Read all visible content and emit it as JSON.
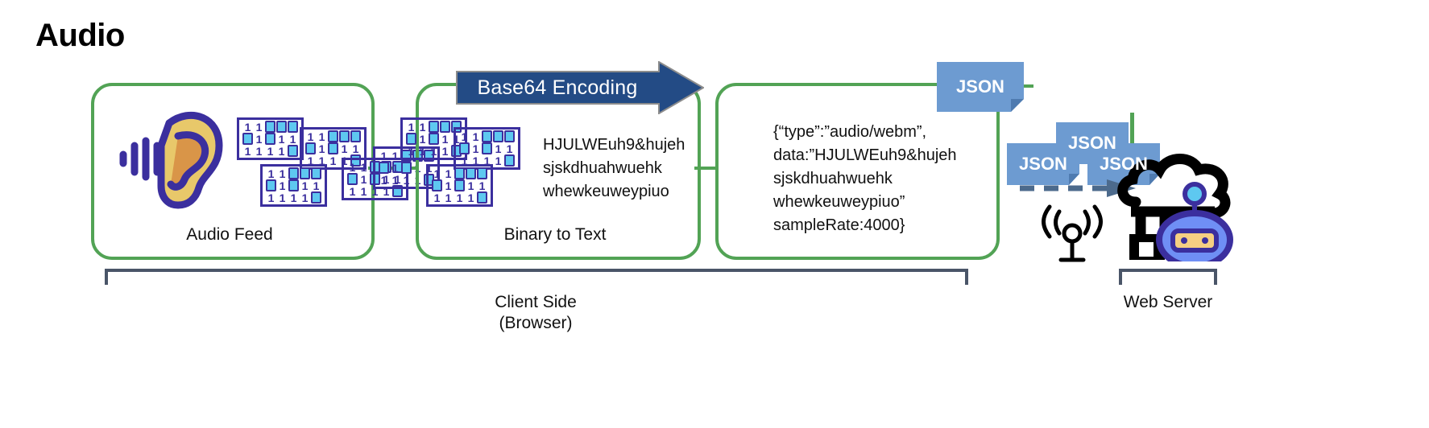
{
  "title": "Audio",
  "panels": [
    {
      "id": "audio",
      "caption": "Audio Feed"
    },
    {
      "id": "binary",
      "caption": "Binary to Text"
    },
    {
      "id": "json",
      "caption": ""
    }
  ],
  "arrow": {
    "label": "Base64 Encoding",
    "color": "#234b85"
  },
  "base64_text": "HJULWEuh9&hujeh\nsjskdhuahwuehk\nwhewkeuweypiuo",
  "json_payload": "{“type”:”audio/webm”,\ndata:”HJULWEuh9&hujeh\nsjskdhuahwuehk\nwhewkeuweypiuo”\nsampleRate:4000}",
  "json_badges": [
    {
      "id": "main",
      "label": "JSON"
    },
    {
      "id": "top",
      "label": "JSON"
    },
    {
      "id": "left",
      "label": "JSON"
    },
    {
      "id": "right",
      "label": "JSON"
    }
  ],
  "brackets": [
    {
      "id": "client",
      "label": "Client Side\n(Browser)"
    },
    {
      "id": "server",
      "label": "Web Server"
    }
  ],
  "binary_matrices": [
    {
      "id": "m1",
      "rows": [
        "11000",
        "01011",
        "11110"
      ]
    },
    {
      "id": "m2",
      "rows": [
        "11000",
        "01011",
        "11110"
      ]
    },
    {
      "id": "m3",
      "rows": [
        "11000",
        "01011",
        "11110"
      ]
    },
    {
      "id": "m4",
      "rows": [
        "11000",
        "01011",
        "11110"
      ]
    },
    {
      "id": "m5",
      "rows": [
        "11000",
        "01011",
        "11110"
      ]
    },
    {
      "id": "m6",
      "rows": [
        "11000",
        "01011",
        "11110"
      ]
    },
    {
      "id": "m7",
      "rows": [
        "11000",
        "01011",
        "11110"
      ]
    },
    {
      "id": "m8",
      "rows": [
        "11000",
        "01011",
        "11110"
      ]
    }
  ],
  "colors": {
    "panel_border": "#52a355",
    "arrow_fill": "#234b85",
    "badge_fill": "#6d9bd1",
    "binary_ink": "#3b2f9e",
    "binary_zero": "#5ec8f0",
    "bracket": "#4a5568",
    "robot_body": "#6f8ff5",
    "robot_outline": "#3b2f9e",
    "robot_visor": "#f5cf82",
    "ear_skin": "#e8c86a",
    "ear_inner": "#d99548"
  },
  "icons": {
    "ear": "ear-icon",
    "sound_waves": "sound-wave-icon",
    "wifi_tower": "wifi-tower-icon",
    "cloud_server": "cloud-server-icon",
    "robot": "robot-icon",
    "dashed_arrow": "dashed-arrow-icon"
  }
}
